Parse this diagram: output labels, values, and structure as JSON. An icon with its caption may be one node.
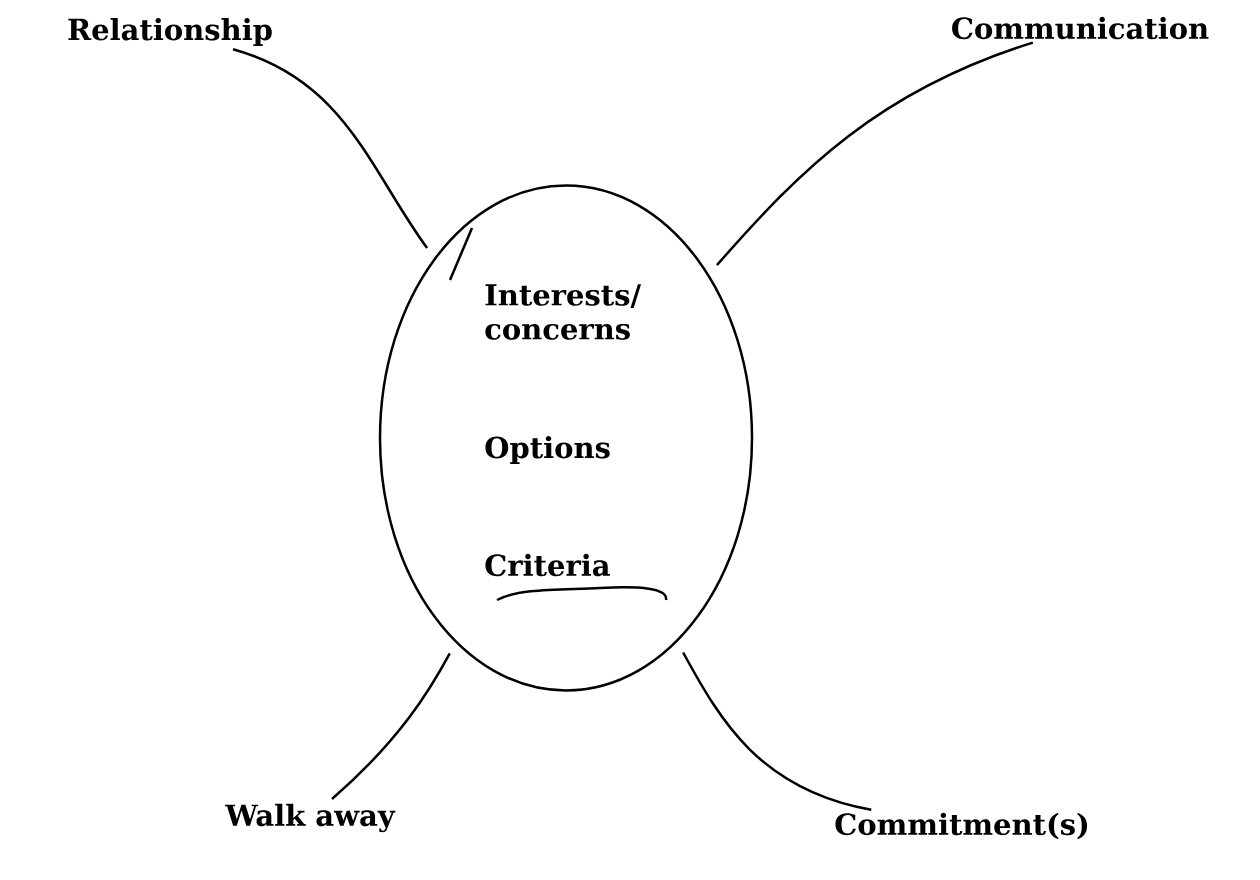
{
  "diagram": {
    "nodes": [
      {
        "text": [
          "Interests/ concerns",
          "Options",
          "Criteria"
        ]
      },
      {
        "text": [
          "Relationship"
        ]
      },
      {
        "text": [
          "Communication"
        ]
      },
      {
        "text": [
          "Walk away"
        ]
      },
      {
        "text": [
          "Commitment(s)"
        ]
      }
    ],
    "edges": [
      {
        "from": 1,
        "to": 0,
        "arrow": "none"
      },
      {
        "from": 2,
        "to": 0,
        "arrow": "none"
      },
      {
        "from": 3,
        "to": 0,
        "arrow": "none"
      },
      {
        "from": 4,
        "to": 0,
        "arrow": "none"
      }
    ]
  }
}
